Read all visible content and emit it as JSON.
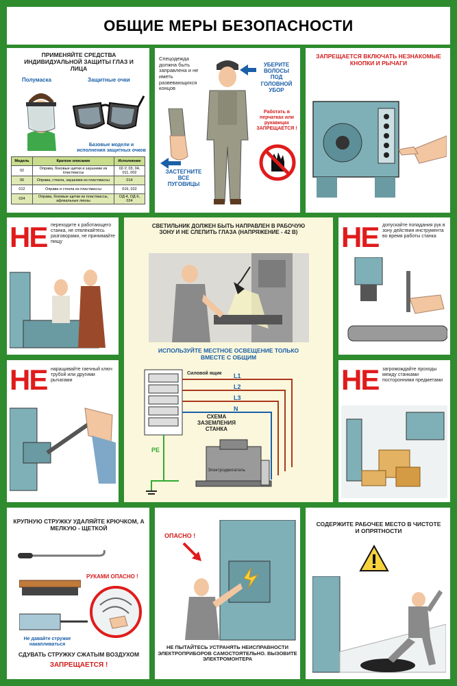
{
  "title": "ОБЩИЕ МЕРЫ БЕЗОПАСНОСТИ",
  "p1": {
    "heading": "ПРИМЕНЯЙТЕ СРЕДСТВА ИНДИВИДУАЛЬНОЙ ЗАЩИТЫ ГЛАЗ И ЛИЦА",
    "label_mask": "Полумаска",
    "label_glasses": "Защитные очки",
    "note": "Базовые модели и исполнения защитных очков",
    "table": {
      "headers": [
        "Модель",
        "Краткое описание",
        "Исполнение"
      ],
      "rows": [
        [
          "02",
          "Оправа, боковые щитки и заушники из пластмассы",
          "02-У, 03, 04, 011, 002"
        ],
        [
          "06",
          "Оправа, стекла, заушники из пластмассы",
          "014"
        ],
        [
          "012",
          "Оправа и стекла из пластмассы",
          "016, 022"
        ],
        [
          "024",
          "Оправа, боковые щитки из пластмассы, афокальные линзы",
          "ОД-4, ОД-6, 024"
        ]
      ]
    }
  },
  "p2": {
    "text_clothes": "Спецодежда должна быть заправлена и не иметь развевающихся концов",
    "text_hair": "УБЕРИТЕ ВОЛОСЫ ПОД ГОЛОВНОЙ УБОР",
    "text_gloves": "Работать в перчатках или рукавицах ЗАПРЕЩАЕТСЯ !",
    "text_buttons": "ЗАСТЕГНИТЕ ВСЕ ПУГОВИЦЫ"
  },
  "p3": {
    "heading": "ЗАПРЕЩАЕТСЯ ВКЛЮЧАТЬ НЕЗНАКОМЫЕ КНОПКИ И РЫЧАГИ"
  },
  "ne_label": "НЕ",
  "p4": {
    "text": "переходите к работающего станка, не отвлекайтесь разговорами, не принимайте пищу"
  },
  "p5": {
    "heading": "СВЕТИЛЬНИК ДОЛЖЕН БЫТЬ НАПРАВЛЕН В РАБОЧУЮ ЗОНУ И НЕ СЛЕПИТЬ ГЛАЗА (НАПРЯЖЕНИЕ - 42 В)",
    "subheading": "ИСПОЛЬЗУЙТЕ МЕСТНОЕ ОСВЕЩЕНИЕ ТОЛЬКО ВМЕСТЕ С ОБЩИМ",
    "box_label": "Силовой ящик",
    "l1": "L1",
    "l2": "L2",
    "l3": "L3",
    "n": "N",
    "pe": "PE",
    "scheme": "СХЕМА ЗАЗЕМЛЕНИЯ СТАНКА",
    "motor": "Электродвигатель"
  },
  "p6": {
    "text": "допускайте попадания рук в зону действия инструмента во время работы станка"
  },
  "p7": {
    "text": "наращивайте гаечный ключ трубой или другими рычагами"
  },
  "p8": {
    "text": "загромождайте проходы между станками посторонними предметами"
  },
  "p9": {
    "heading": "КРУПНУЮ СТРУЖКУ УДАЛЯЙТЕ КРЮЧКОМ, А МЕЛКУЮ - ЩЕТКОЙ",
    "danger": "РУКАМИ ОПАСНО !",
    "note": "Не давайте стружке накапливаться",
    "footer": "СДУВАТЬ СТРУЖКУ СЖАТЫМ ВОЗДУХОМ",
    "footer_red": "ЗАПРЕЩАЕТСЯ !"
  },
  "p10": {
    "danger": "ОПАСНО !",
    "footer": "НЕ ПЫТАЙТЕСЬ УСТРАНЯТЬ НЕИСПРАВНОСТИ ЭЛЕКТРОПРИБОРОВ САМОСТОЯТЕЛЬНО. ВЫЗОВИТЕ ЭЛЕКТРОМОНТЕРА"
  },
  "p11": {
    "heading": "СОДЕРЖИТЕ РАБОЧЕЕ МЕСТО В ЧИСТОТЕ И ОПРЯТНОСТИ"
  }
}
